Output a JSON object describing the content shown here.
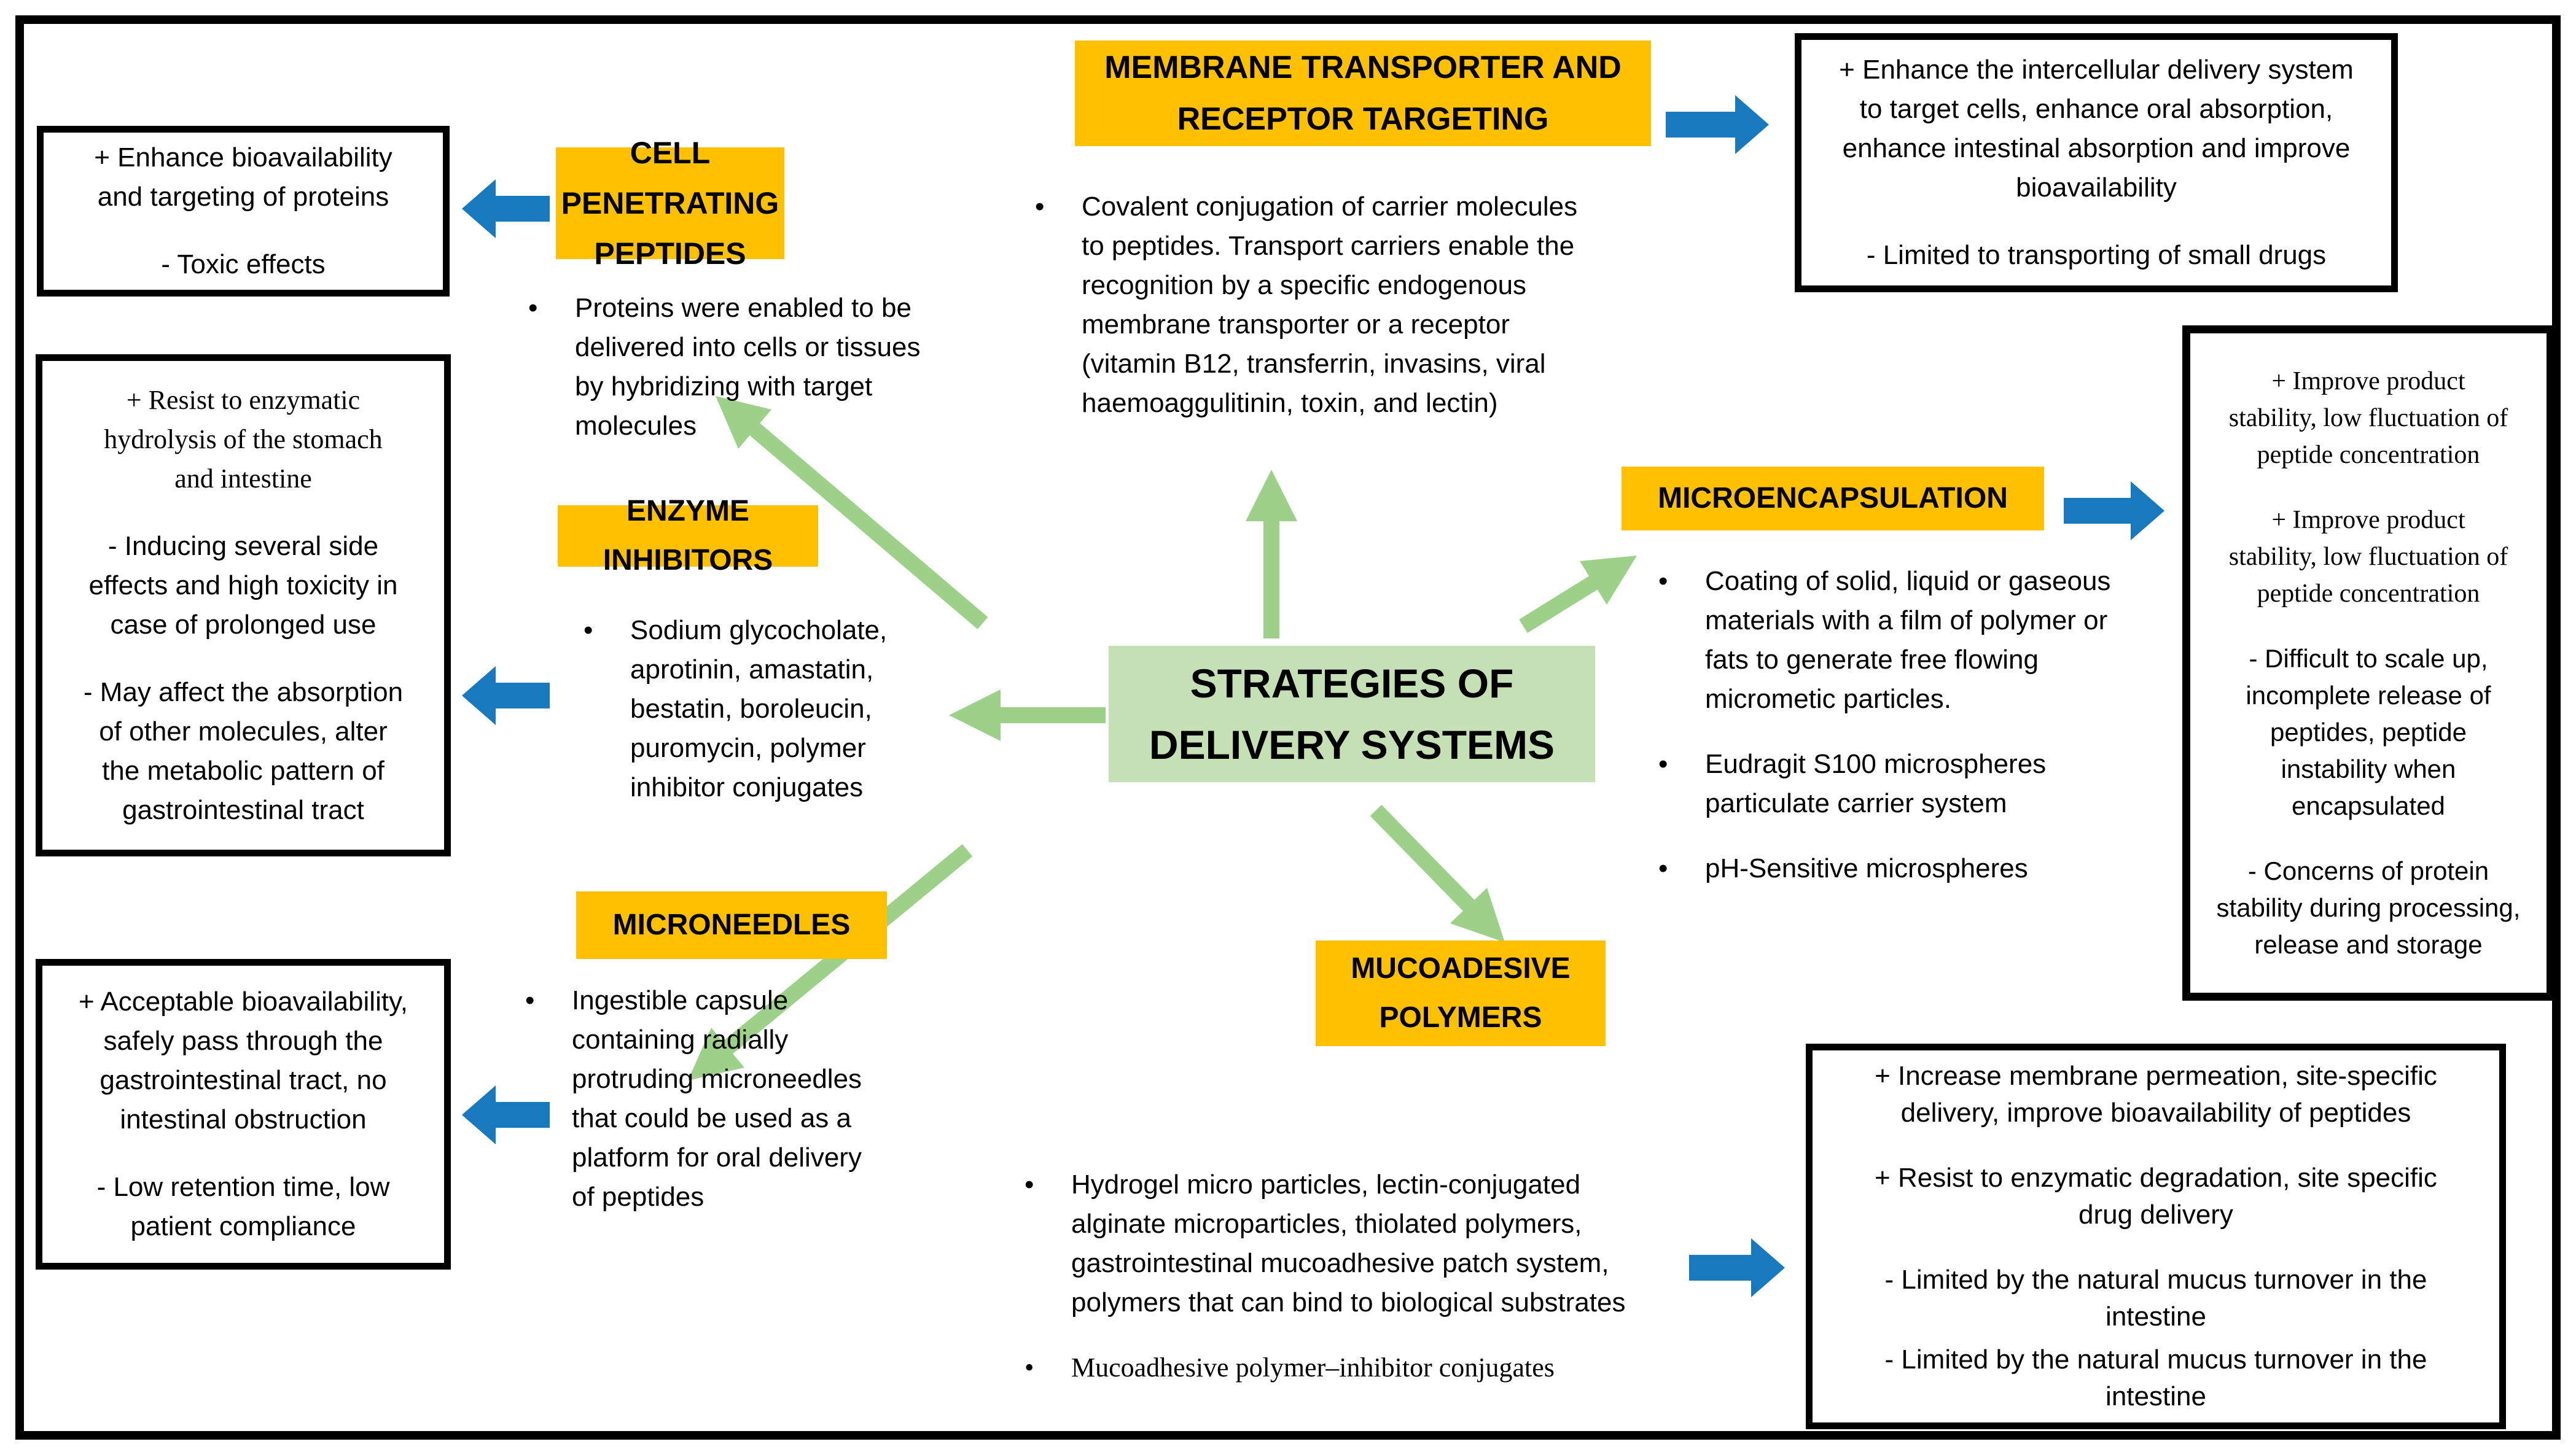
{
  "colors": {
    "label_bg": "#FFC000",
    "center_bg": "#C5E0B4",
    "green_arrow": "#9DD189",
    "blue_arrow": "#1879BE",
    "border": "#000000"
  },
  "center": {
    "title_line1": "STRATEGIES OF",
    "title_line2": "DELIVERY SYSTEMS"
  },
  "cell_penetrating_peptides": {
    "label_line1": "CELL PENETRATING",
    "label_line2": "PEPTIDES",
    "bullets": [
      "Proteins were enabled to be\ndelivered into cells or tissues\nby hybridizing with target\nmolecules"
    ],
    "outcomes": [
      "+ Enhance bioavailability\nand targeting of proteins",
      "- Toxic effects"
    ]
  },
  "membrane_transporter": {
    "label_line1": "MEMBRANE TRANSPORTER AND",
    "label_line2": "RECEPTOR TARGETING",
    "bullets": [
      "Covalent conjugation of carrier molecules\nto peptides. Transport carriers enable the\nrecognition by a specific endogenous\nmembrane transporter or a receptor\n(vitamin B12, transferrin, invasins, viral\nhaemoaggulitinin, toxin, and lectin)"
    ],
    "outcomes": [
      "+ Enhance the intercellular delivery system\nto target cells, enhance oral absorption,\nenhance intestinal absorption and improve\nbioavailability",
      "- Limited to transporting of small drugs"
    ]
  },
  "enzyme_inhibitors": {
    "label": "ENZYME INHIBITORS",
    "bullets": [
      "Sodium glycocholate,\naprotinin, amastatin,\nbestatin, boroleucin,\npuromycin, polymer\ninhibitor conjugates"
    ],
    "outcomes": [
      "+ Resist to enzymatic\nhydrolysis of the stomach\nand intestine",
      "- Inducing several side\neffects and high toxicity in\ncase of prolonged use",
      "- May affect the absorption\nof other molecules, alter\nthe metabolic pattern of\ngastrointestinal tract"
    ]
  },
  "microencapsulation": {
    "label": "MICROENCAPSULATION",
    "bullets": [
      "Coating of solid, liquid or gaseous\nmaterials with a film of polymer or\nfats to generate free flowing\nmicrometic particles.",
      "Eudragit S100 microspheres\nparticulate carrier system",
      "pH-Sensitive microspheres"
    ],
    "outcomes": [
      "+ Improve product\nstability, low fluctuation of\npeptide concentration",
      "+ Improve product\nstability, low fluctuation of\npeptide concentration",
      "- Difficult to scale up,\nincomplete release of\npeptides, peptide\ninstability when\nencapsulated",
      "- Concerns of protein\nstability during processing,\nrelease and storage"
    ]
  },
  "microneedles": {
    "label": "MICRONEEDLES",
    "bullets": [
      "Ingestible capsule\ncontaining radially\nprotruding microneedles\nthat could be used as a\nplatform for oral delivery\nof peptides"
    ],
    "outcomes": [
      "+ Acceptable bioavailability,\nsafely pass through the\ngastrointestinal tract, no\nintestinal obstruction",
      "- Low retention time, low\npatient compliance"
    ]
  },
  "mucoadhesive_polymers": {
    "label_line1": "MUCOADESIVE",
    "label_line2": "POLYMERS",
    "bullets": [
      "Hydrogel micro particles, lectin-conjugated\nalginate microparticles, thiolated polymers,\ngastrointestinal mucoadhesive patch system,\npolymers that can bind to biological substrates",
      "Mucoadhesive polymer–inhibitor conjugates"
    ],
    "outcomes": [
      "+ Increase membrane permeation, site-specific\ndelivery, improve bioavailability of peptides",
      "+ Resist to enzymatic degradation, site specific\ndrug delivery",
      "- Limited by the natural mucus turnover in the\nintestine",
      "- Limited by the natural mucus turnover in the\nintestine"
    ]
  }
}
